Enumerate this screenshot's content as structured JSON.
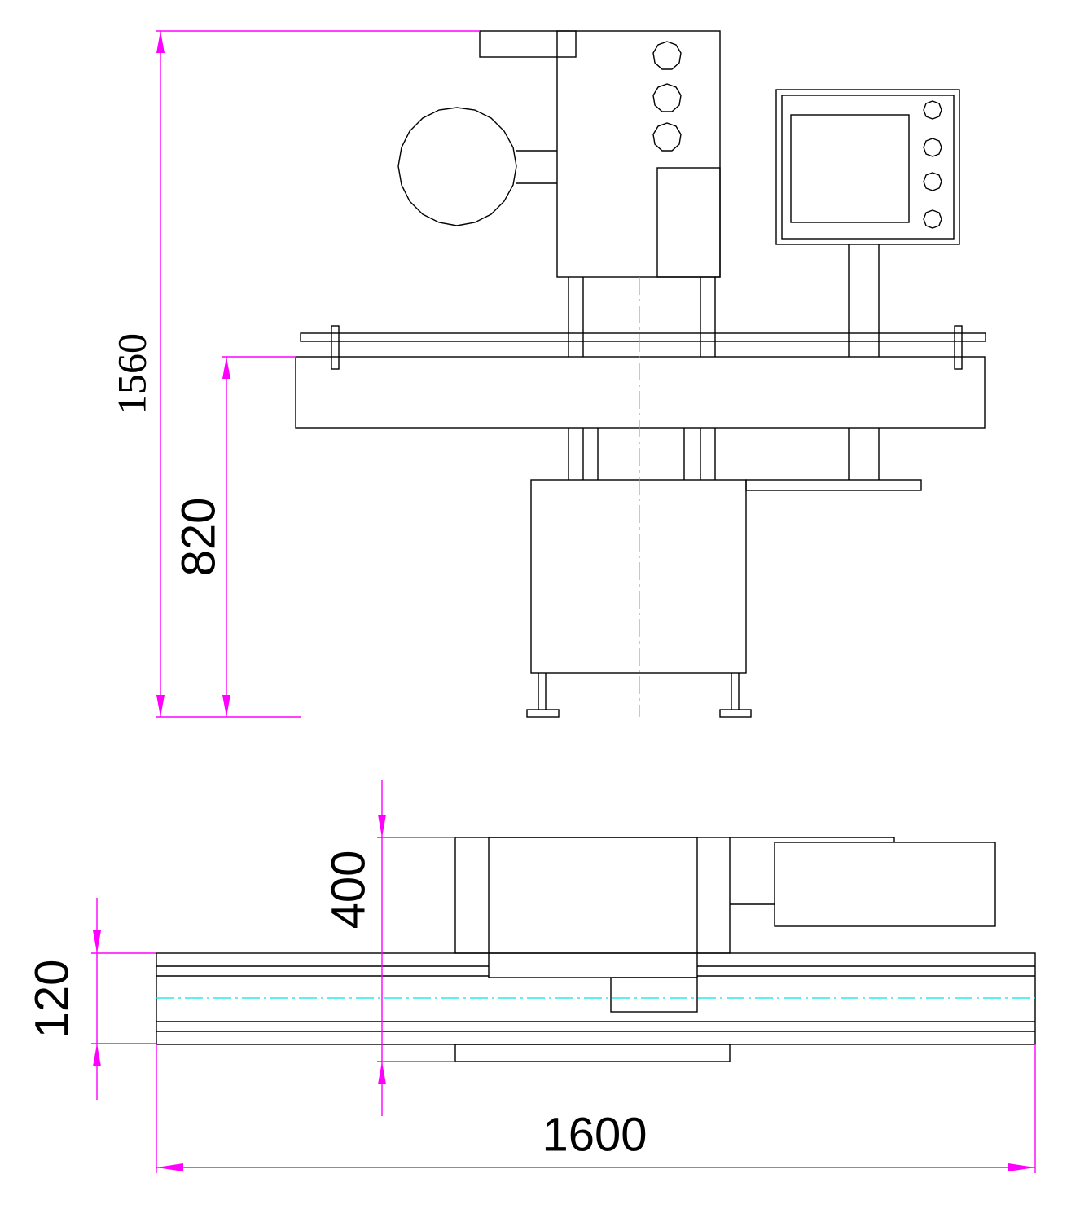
{
  "drawing": {
    "colors": {
      "outline": "#000000",
      "dimension": "#ff00ff",
      "centerline": "#00e5e5",
      "background": "#ffffff"
    },
    "dimensions": {
      "total_height": "1560",
      "conveyor_height": "820",
      "depth": "400",
      "conveyor_width": "120",
      "total_length": "1600"
    }
  }
}
